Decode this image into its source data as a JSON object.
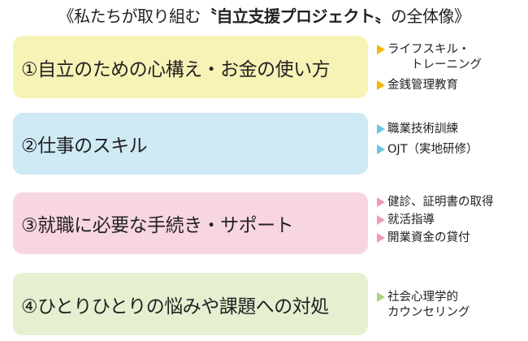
{
  "title": {
    "prefix": "《私たちが取り組む",
    "emphasis": "〝自立支援プロジェクト〟",
    "suffix": "の全体像》"
  },
  "sections": [
    {
      "label": "①自立のための心構え・お金の使い方",
      "color": "#f7f3b6",
      "arrow_color": "#f5b800",
      "items": [
        "ライフスキル・\n　　トレーニング",
        "金銭管理教育"
      ]
    },
    {
      "label": "②仕事のスキル",
      "color": "#cfe9f5",
      "arrow_color": "#6cc4e6",
      "items": [
        "職業技術訓練",
        "OJT（実地研修）"
      ]
    },
    {
      "label": "③就職に必要な手続き・サポート",
      "color": "#f8d6e1",
      "arrow_color": "#ef9bbd",
      "items": [
        "健診、証明書の取得",
        "就活指導",
        "開業資金の貸付"
      ]
    },
    {
      "label": "④ひとりひとりの悩みや課題への対処",
      "color": "#e4f0d0",
      "arrow_color": "#a8d37e",
      "items": [
        "社会心理学的\nカウンセリング"
      ]
    }
  ]
}
